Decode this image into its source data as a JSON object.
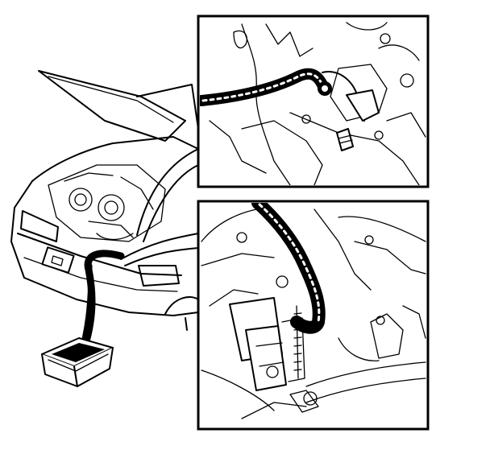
{
  "diagram": {
    "labels": [],
    "colors": {
      "line": "#000000",
      "background": "#ffffff"
    },
    "parts": [
      "car-front-overview",
      "drain-hose",
      "collection-pan",
      "detail-view-transmission-drain",
      "detail-view-hose-routing"
    ]
  }
}
